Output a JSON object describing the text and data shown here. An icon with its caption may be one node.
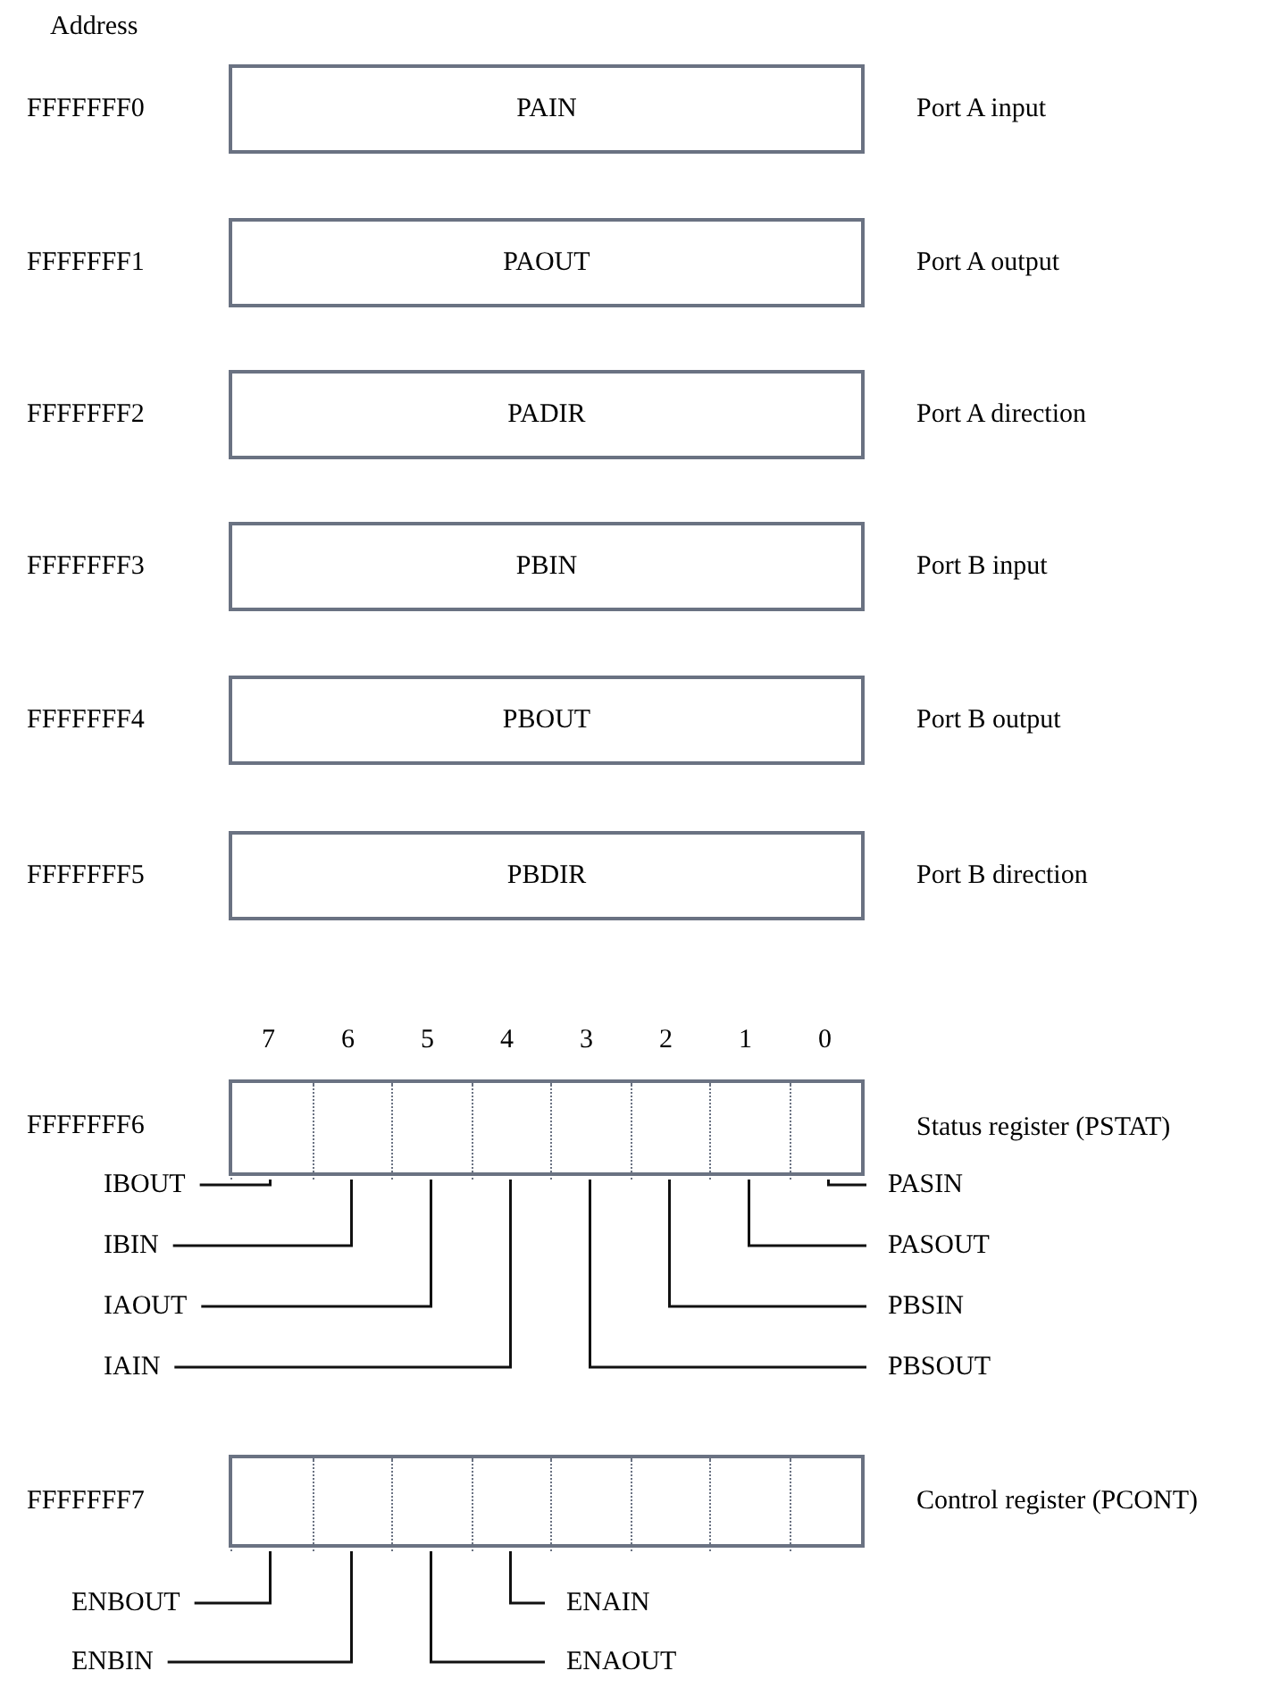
{
  "diagram": {
    "nodes": [
      {
        "text": [
          "PAIN"
        ],
        "beside": [
          "FFFFFFF0",
          "Port A input"
        ]
      },
      {
        "text": [
          "PAOUT"
        ],
        "beside": [
          "FFFFFFF1",
          "Port A output"
        ]
      },
      {
        "text": [
          "PADIR"
        ],
        "beside": [
          "FFFFFFF2",
          "Port A direction"
        ]
      },
      {
        "text": [
          "PBIN"
        ],
        "beside": [
          "FFFFFFF3",
          "Port B input"
        ]
      },
      {
        "text": [
          "PBOUT"
        ],
        "beside": [
          "FFFFFFF4",
          "Port B output"
        ]
      },
      {
        "text": [
          "PBDIR"
        ],
        "beside": [
          "FFFFFFF5",
          "Port B direction"
        ]
      },
      {
        "text": [],
        "shape": "box",
        "beside": [
          "Status register (PSTAT)"
        ]
      },
      {
        "text": [],
        "shape": "box",
        "in": 6
      },
      {
        "text": [],
        "shape": "box",
        "in": 6
      },
      {
        "text": [],
        "shape": "box",
        "in": 6
      },
      {
        "text": [],
        "shape": "box",
        "in": 6
      },
      {
        "text": [],
        "shape": "box",
        "in": 6
      },
      {
        "text": [],
        "shape": "box",
        "in": 6
      },
      {
        "text": [],
        "shape": "box",
        "in": 6
      },
      {
        "text": [],
        "shape": "box",
        "in": 6
      },
      {
        "text": [],
        "shape": "box",
        "beside": [
          "FFFFFFF7",
          "Control register (PCONT)"
        ]
      },
      {
        "text": [],
        "shape": "box",
        "in": 15
      },
      {
        "text": [],
        "shape": "box",
        "in": 15
      },
      {
        "text": [],
        "shape": "box",
        "in": 15
      },
      {
        "text": [],
        "shape": "box",
        "in": 15
      },
      {
        "text": [],
        "shape": "box",
        "in": 15
      },
      {
        "text": [],
        "shape": "box",
        "in": 15
      },
      {
        "text": [],
        "shape": "box",
        "in": 15
      },
      {
        "text": [],
        "shape": "box",
        "in": 15
      },
      {
        "text": [
          "IBOUT"
        ]
      },
      {
        "text": [
          "PASIN"
        ]
      },
      {
        "text": [
          "IBIN"
        ]
      },
      {
        "text": [
          "PASOUT"
        ]
      },
      {
        "text": [
          "IAOUT"
        ]
      },
      {
        "text": [
          "PBSIN"
        ]
      },
      {
        "text": [
          "IAIN"
        ]
      },
      {
        "text": [
          "PBSOUT"
        ]
      },
      {
        "text": [
          "ENBOUT"
        ]
      },
      {
        "text": [
          "ENAIN"
        ]
      },
      {
        "text": [
          "ENBIN"
        ]
      },
      {
        "text": [
          "ENAOUT"
        ]
      }
    ],
    "edges": [
      {
        "from": 24,
        "to": 7,
        "arrow": "none"
      },
      {
        "from": 25,
        "to": 14,
        "arrow": "none"
      },
      {
        "from": 26,
        "to": 8,
        "arrow": "none"
      },
      {
        "from": 27,
        "to": 13,
        "arrow": "none"
      },
      {
        "from": 28,
        "to": 9,
        "arrow": "none"
      },
      {
        "from": 29,
        "to": 12,
        "arrow": "none"
      },
      {
        "from": 30,
        "to": 10,
        "arrow": "none"
      },
      {
        "from": 31,
        "to": 11,
        "arrow": "none"
      },
      {
        "from": 32,
        "to": 16,
        "arrow": "none"
      },
      {
        "from": 33,
        "to": 19,
        "arrow": "none"
      },
      {
        "from": 34,
        "to": 17,
        "arrow": "none"
      },
      {
        "from": 35,
        "to": 18,
        "arrow": "none"
      }
    ],
    "labels": [
      "Address",
      "7",
      "6",
      "5",
      "4",
      "3",
      "2",
      "1",
      "0",
      "FFFFFFF6"
    ]
  }
}
